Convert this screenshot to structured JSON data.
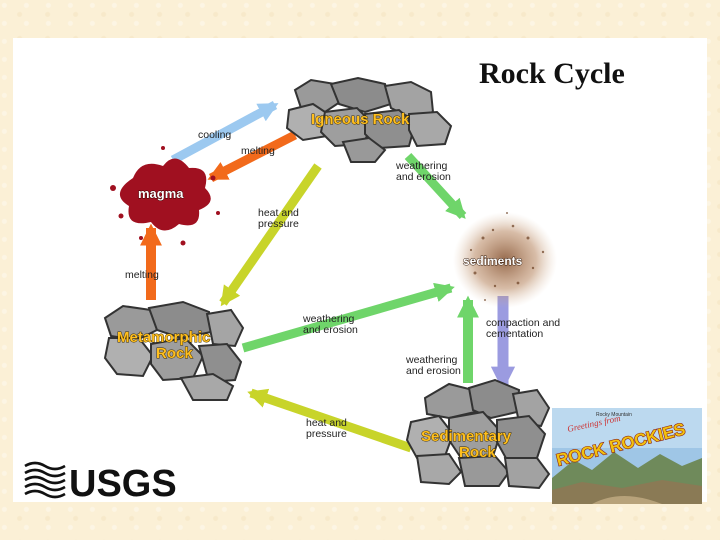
{
  "title": "Rock Cycle",
  "nodes": {
    "igneous": "Igneous Rock",
    "magma": "magma",
    "sediments": "sediments",
    "metamorphic_line1": "Metamorphic",
    "metamorphic_line2": "Rock",
    "sedimentary_line1": "Sedimentary",
    "sedimentary_line2": "Rock"
  },
  "arrows": {
    "cooling": "cooling",
    "melting_top": "melting",
    "melting_left": "melting",
    "weathering_1": [
      "weathering",
      "and erosion"
    ],
    "weathering_2": [
      "weathering",
      "and erosion"
    ],
    "weathering_3": [
      "weathering",
      "and erosion"
    ],
    "heat_pressure_1": [
      "heat and",
      "pressure"
    ],
    "heat_pressure_2": [
      "heat and",
      "pressure"
    ],
    "compaction": [
      "compaction and",
      "cementation"
    ]
  },
  "colors": {
    "cooling": "#9cc9f0",
    "melting": "#f26a1b",
    "heat_pressure": "#c8d42a",
    "weathering": "#6fd56a",
    "compaction": "#9b9be0",
    "magma": "#a01020",
    "rock_label": "#ffbf1f"
  },
  "logo": {
    "text": "USGS"
  },
  "postcard": {
    "top_text": "Rocky Mountain",
    "cursive": "Greetings from",
    "big": "ROCK ROCKIES"
  }
}
